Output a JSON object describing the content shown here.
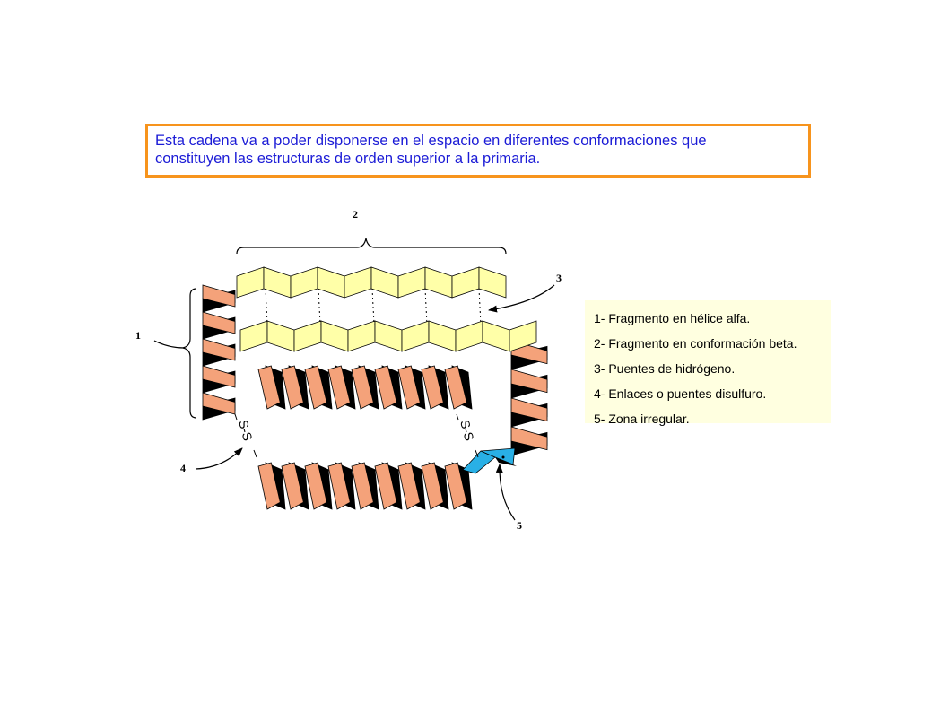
{
  "caption": {
    "line1": "Esta cadena va a poder disponerse en el espacio en diferentes conformaciones que",
    "line2": "constituyen las estructuras de orden superior a la primaria."
  },
  "labels": {
    "n1": "1",
    "n2": "2",
    "n3": "3",
    "n4": "4",
    "n5": "5"
  },
  "disulfide": "S-S",
  "legend": [
    "1- Fragmento en hélice alfa.",
    "2- Fragmento en conformación beta.",
    "3- Puentes de hidrógeno.",
    "4- Enlaces o puentes disulfuro.",
    "5- Zona irregular."
  ],
  "colors": {
    "helix": "#f4a27a",
    "helix_back": "#000000",
    "sheet": "#ffffa8",
    "irregular": "#29b0e6",
    "border": "#f7941d",
    "caption_text": "#1b1bd6",
    "legend_bg": "#ffffe0"
  }
}
